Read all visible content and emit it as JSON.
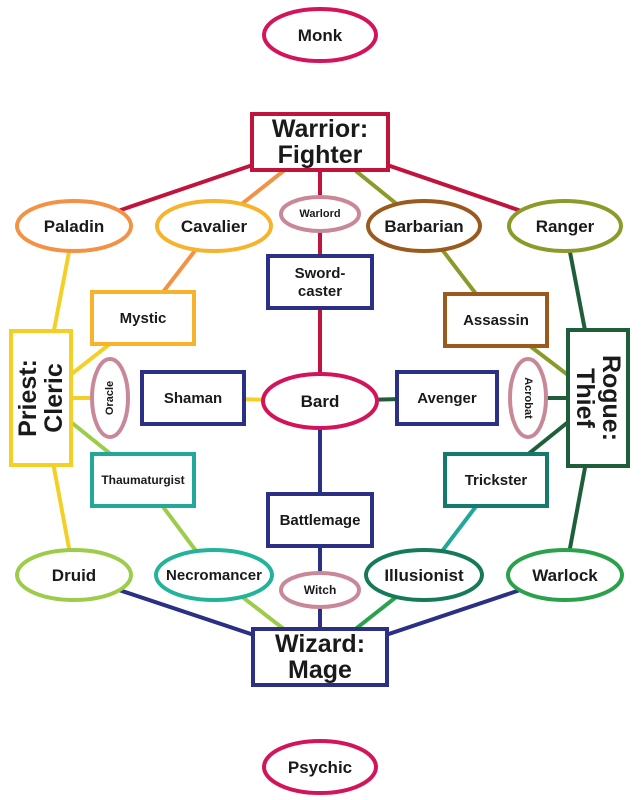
{
  "nodes": {
    "monk": {
      "label": [
        "Monk"
      ],
      "shape": "ellipse",
      "color": "#d4145a"
    },
    "warrior": {
      "label": [
        "Warrior:",
        "Fighter"
      ],
      "shape": "rect",
      "color": "#c0143c"
    },
    "paladin": {
      "label": [
        "Paladin"
      ],
      "shape": "ellipse",
      "color": "#f39244"
    },
    "cavalier": {
      "label": [
        "Cavalier"
      ],
      "shape": "ellipse",
      "color": "#f7b32b"
    },
    "warlord": {
      "label": [
        "Warlord"
      ],
      "shape": "ellipse",
      "color": "#c98898"
    },
    "barbarian": {
      "label": [
        "Barbarian"
      ],
      "shape": "ellipse",
      "color": "#9a5a1e"
    },
    "ranger": {
      "label": [
        "Ranger"
      ],
      "shape": "ellipse",
      "color": "#8c9a2a"
    },
    "swordcaster": {
      "label": [
        "Sword-",
        "caster"
      ],
      "shape": "rect",
      "color": "#2b2f86"
    },
    "mystic": {
      "label": [
        "Mystic"
      ],
      "shape": "rect",
      "color": "#f7b32b"
    },
    "assassin": {
      "label": [
        "Assassin"
      ],
      "shape": "rect",
      "color": "#9a5a1e"
    },
    "priest": {
      "label": [
        "Priest:",
        "Cleric"
      ],
      "shape": "rect",
      "color": "#f4d027"
    },
    "rogue": {
      "label": [
        "Rogue:",
        "Thief"
      ],
      "shape": "rect",
      "color": "#1e5e3a"
    },
    "oracle": {
      "label": [
        "Oracle"
      ],
      "shape": "ellipse",
      "color": "#c98898"
    },
    "shaman": {
      "label": [
        "Shaman"
      ],
      "shape": "rect",
      "color": "#2b2f86"
    },
    "bard": {
      "label": [
        "Bard"
      ],
      "shape": "ellipse",
      "color": "#d4145a"
    },
    "avenger": {
      "label": [
        "Avenger"
      ],
      "shape": "rect",
      "color": "#2b2f86"
    },
    "acrobat": {
      "label": [
        "Acrobat"
      ],
      "shape": "ellipse",
      "color": "#c98898"
    },
    "thaumaturgist": {
      "label": [
        "Thaumaturgist"
      ],
      "shape": "rect",
      "color": "#22a89a"
    },
    "trickster": {
      "label": [
        "Trickster"
      ],
      "shape": "rect",
      "color": "#167a6a"
    },
    "battlemage": {
      "label": [
        "Battlemage"
      ],
      "shape": "rect",
      "color": "#2b2f86"
    },
    "druid": {
      "label": [
        "Druid"
      ],
      "shape": "ellipse",
      "color": "#9ccc4a"
    },
    "necromancer": {
      "label": [
        "Necromancer"
      ],
      "shape": "ellipse",
      "color": "#22b39a"
    },
    "witch": {
      "label": [
        "Witch"
      ],
      "shape": "ellipse",
      "color": "#c98898"
    },
    "illusionist": {
      "label": [
        "Illusionist"
      ],
      "shape": "ellipse",
      "color": "#167a5a"
    },
    "warlock": {
      "label": [
        "Warlock"
      ],
      "shape": "ellipse",
      "color": "#2aa14a"
    },
    "wizard": {
      "label": [
        "Wizard:",
        "Mage"
      ],
      "shape": "rect",
      "color": "#2b2f86"
    },
    "psychic": {
      "label": [
        "Psychic"
      ],
      "shape": "ellipse",
      "color": "#d4145a"
    }
  },
  "edges": [
    {
      "from": "warrior",
      "to": "paladin",
      "color": "#c0143c"
    },
    {
      "from": "warrior",
      "to": "cavalier",
      "color": "#f39244"
    },
    {
      "from": "warrior",
      "to": "warlord",
      "color": "#c0143c"
    },
    {
      "from": "warrior",
      "to": "barbarian",
      "color": "#8c9a2a"
    },
    {
      "from": "warrior",
      "to": "ranger",
      "color": "#c0143c"
    },
    {
      "from": "warlord",
      "to": "swordcaster",
      "color": "#c0143c"
    },
    {
      "from": "swordcaster",
      "to": "bard",
      "color": "#c0143c"
    },
    {
      "from": "paladin",
      "to": "priest",
      "color": "#f4d027"
    },
    {
      "from": "cavalier",
      "to": "mystic",
      "color": "#f39244"
    },
    {
      "from": "mystic",
      "to": "priest",
      "color": "#f4d027"
    },
    {
      "from": "barbarian",
      "to": "assassin",
      "color": "#8c9a2a"
    },
    {
      "from": "assassin",
      "to": "rogue",
      "color": "#8c9a2a"
    },
    {
      "from": "ranger",
      "to": "rogue",
      "color": "#1e5e3a"
    },
    {
      "from": "priest",
      "to": "oracle",
      "color": "#f4d027"
    },
    {
      "from": "shaman",
      "to": "bard",
      "color": "#f4d027"
    },
    {
      "from": "bard",
      "to": "avenger",
      "color": "#1e5e3a"
    },
    {
      "from": "acrobat",
      "to": "rogue",
      "color": "#1e5e3a"
    },
    {
      "from": "priest",
      "to": "thaumaturgist",
      "color": "#9ccc4a"
    },
    {
      "from": "thaumaturgist",
      "to": "necromancer",
      "color": "#9ccc4a"
    },
    {
      "from": "rogue",
      "to": "trickster",
      "color": "#1e5e3a"
    },
    {
      "from": "trickster",
      "to": "illusionist",
      "color": "#22a89a"
    },
    {
      "from": "bard",
      "to": "battlemage",
      "color": "#2b2f86"
    },
    {
      "from": "battlemage",
      "to": "witch",
      "color": "#2b2f86"
    },
    {
      "from": "priest",
      "to": "druid",
      "color": "#f4d027"
    },
    {
      "from": "rogue",
      "to": "warlock",
      "color": "#1e5e3a"
    },
    {
      "from": "druid",
      "to": "wizard",
      "color": "#2b2f86"
    },
    {
      "from": "necromancer",
      "to": "wizard",
      "color": "#9ccc4a"
    },
    {
      "from": "witch",
      "to": "wizard",
      "color": "#2b2f86"
    },
    {
      "from": "illusionist",
      "to": "wizard",
      "color": "#2aa14a"
    },
    {
      "from": "warlock",
      "to": "wizard",
      "color": "#2b2f86"
    }
  ]
}
